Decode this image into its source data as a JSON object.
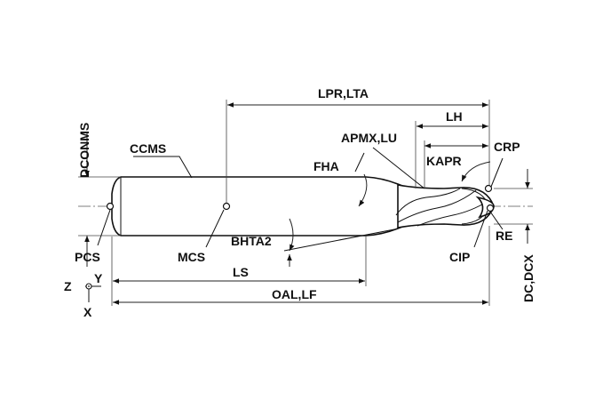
{
  "labels": {
    "lpr_lta": "LPR,LTA",
    "lh": "LH",
    "apmx_lu": "APMX,LU",
    "crp": "CRP",
    "kapr": "KAPR",
    "dconms": "DCONMS",
    "ccms": "CCMS",
    "fha": "FHA",
    "re": "RE",
    "bhta2": "BHTA2",
    "pcs": "PCS",
    "mcs": "MCS",
    "cip": "CIP",
    "ls": "LS",
    "oal_lf": "OAL,LF",
    "dc_dcx": "DC,DCX",
    "axis_z": "Z",
    "axis_y": "Y",
    "axis_x": "X"
  }
}
